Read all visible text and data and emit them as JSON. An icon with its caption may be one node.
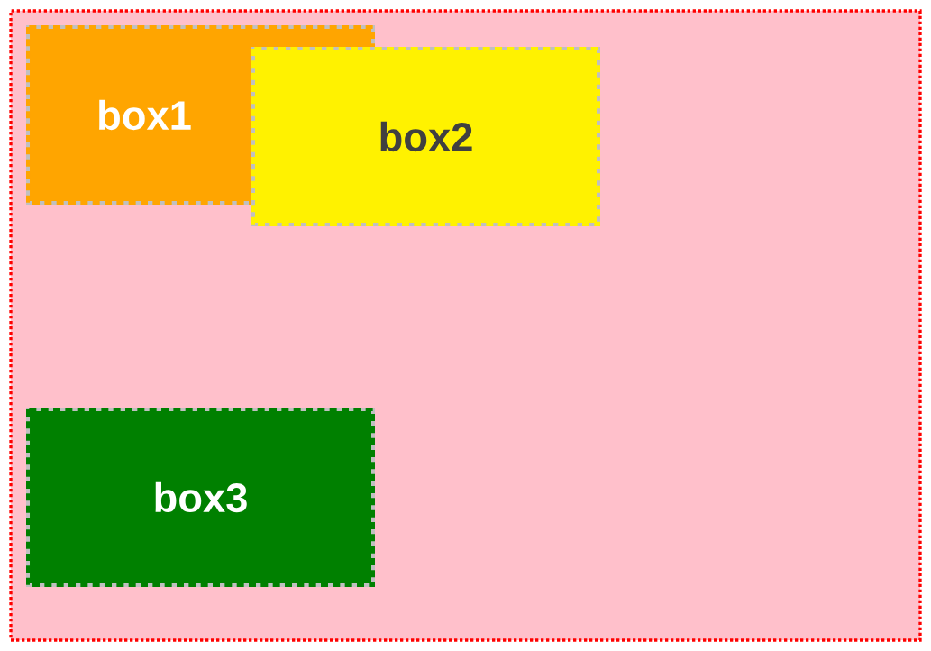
{
  "diagram": {
    "nodes": [
      {
        "text": [],
        "shape": "box"
      },
      {
        "text": [
          "box1"
        ],
        "in": 0
      },
      {
        "text": [
          "box2"
        ],
        "in": 0
      },
      {
        "text": [
          "box3"
        ],
        "in": 0
      }
    ]
  }
}
